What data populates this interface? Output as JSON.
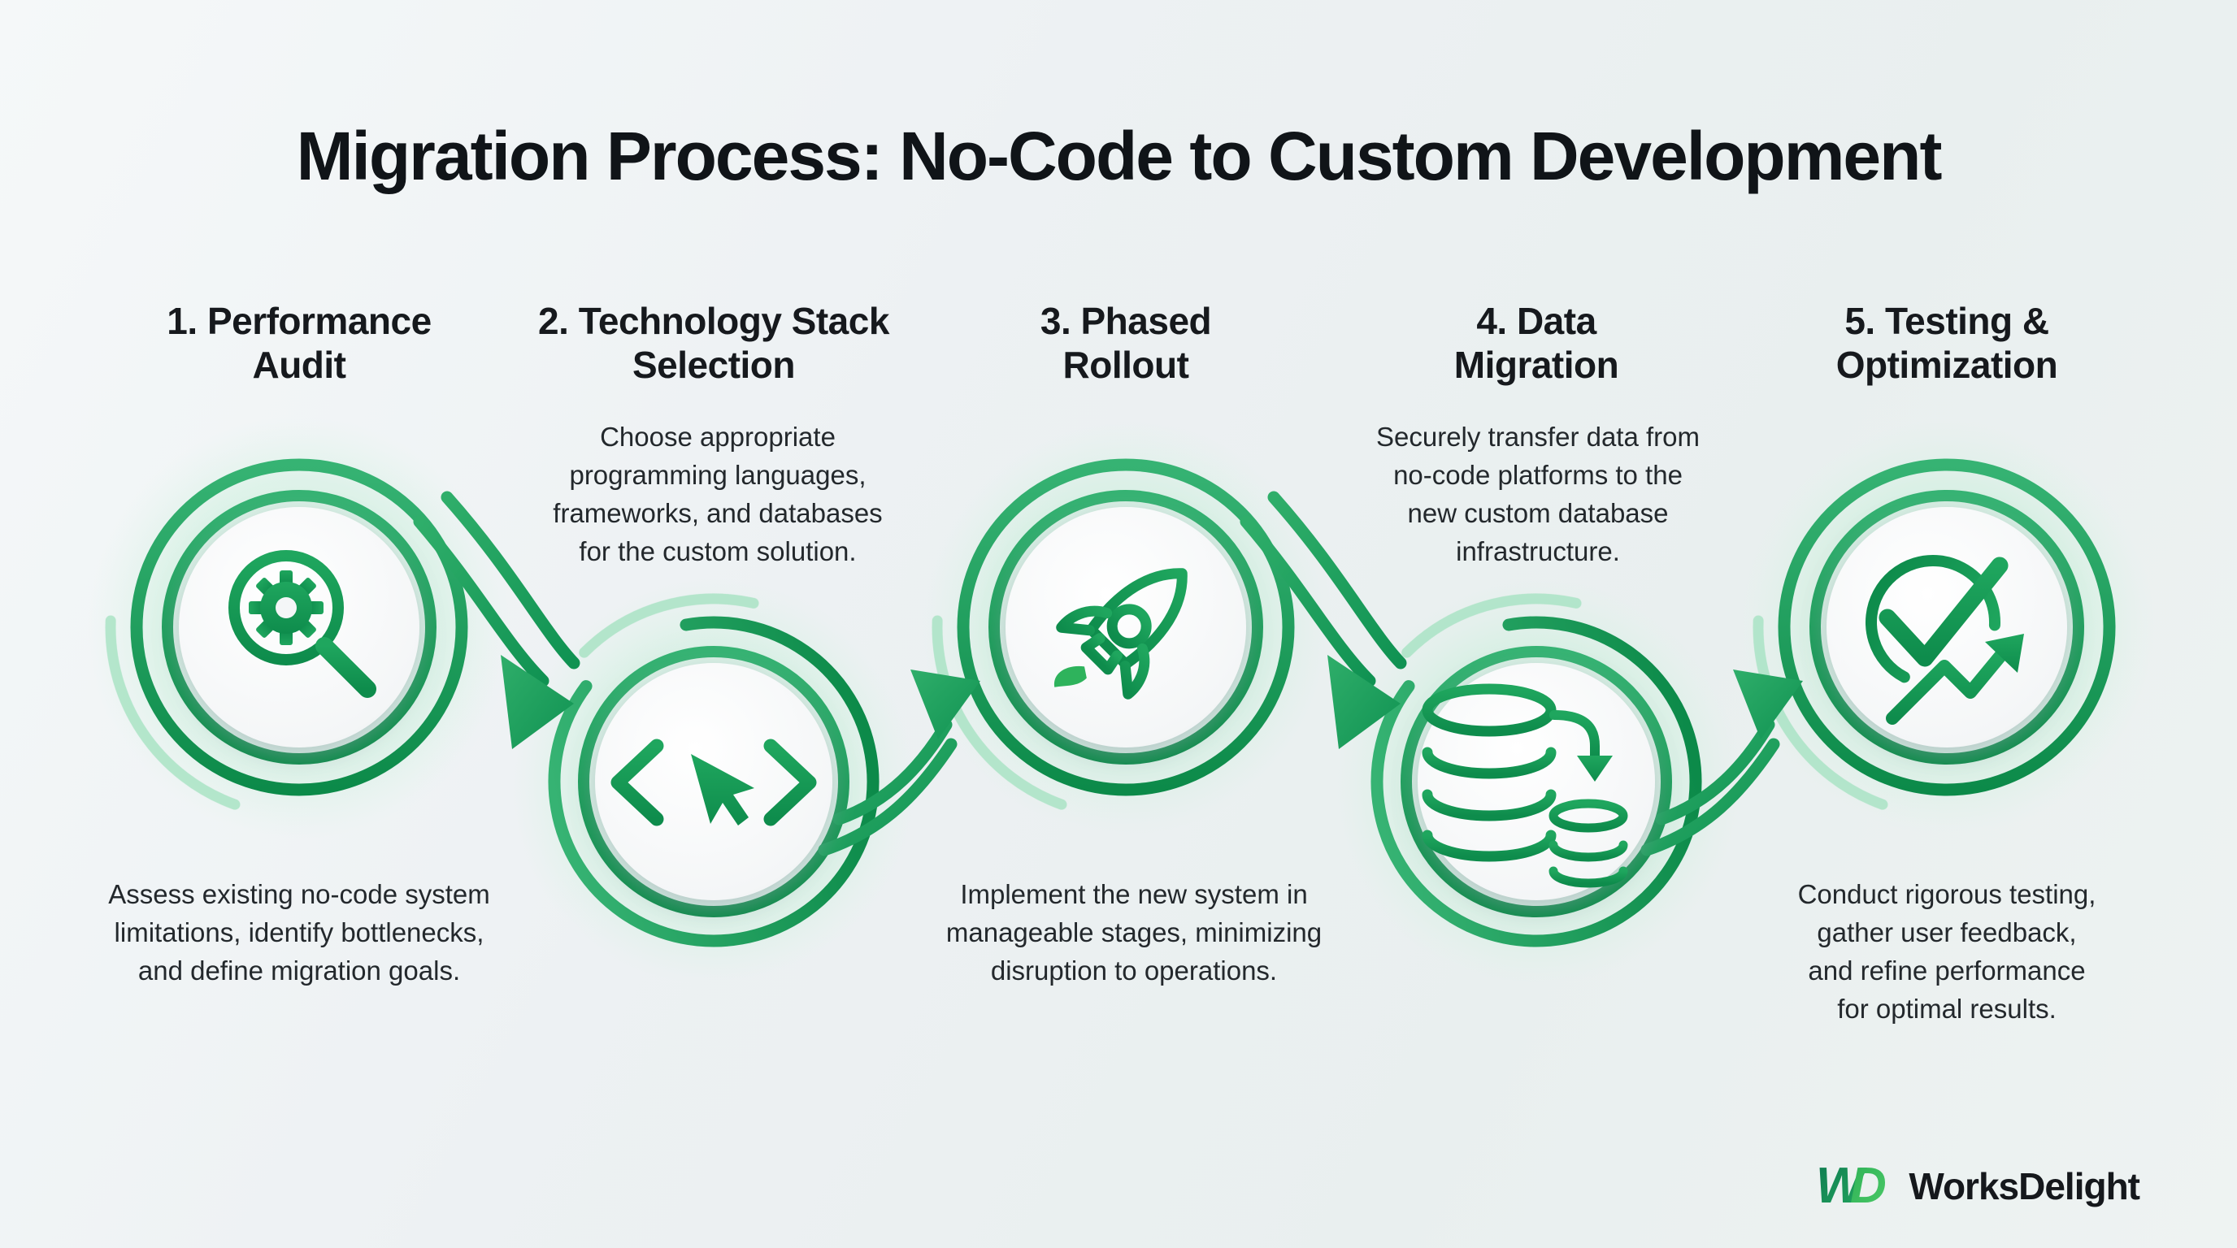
{
  "title": "Migration Process: No-Code to Custom Development",
  "steps": [
    {
      "title": "1. Performance Audit",
      "description": "Assess existing no-code system limitations, identify bottlenecks, and define migration goals.",
      "icon": "magnifier-gear-icon"
    },
    {
      "title": "2. Technology Stack Selection",
      "description": "Choose appropriate programming languages, frameworks, and databases for the custom solution.",
      "icon": "code-cursor-icon"
    },
    {
      "title": "3. Phased Rollout",
      "description": "Implement the new system in manageable stages, minimizing disruption to operations.",
      "icon": "rocket-icon"
    },
    {
      "title": "4. Data Migration",
      "description": "Securely transfer data from no-code platforms to the new custom database infrastructure.",
      "icon": "database-migration-icon"
    },
    {
      "title": "5. Testing & Optimization",
      "description": "Conduct rigorous testing, gather user feedback, and refine performance for optimal results.",
      "icon": "check-trend-icon"
    }
  ],
  "footer": {
    "logo_w": "W",
    "logo_d": "D",
    "brand_name": "WorksDelight"
  },
  "colors": {
    "accent_green": "#17a458",
    "accent_green_dark": "#0d8a4b",
    "accent_green_light": "#a9e3c4",
    "background": "#eef2f4",
    "text_dark": "#15181c"
  }
}
